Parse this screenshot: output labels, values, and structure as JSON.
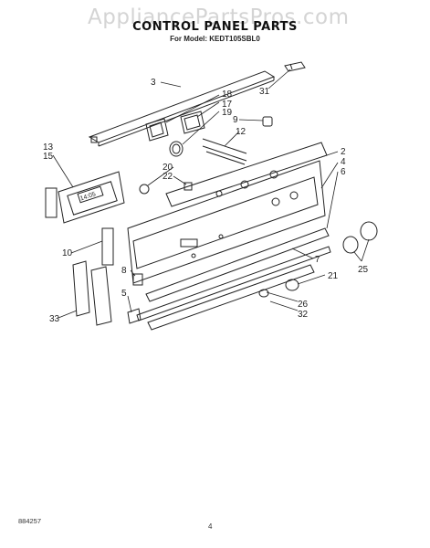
{
  "watermark": "AppliancePartsPros.com",
  "title": "CONTROL PANEL PARTS",
  "subtitle": "For Model: KEDT105SBL0",
  "footer": {
    "doc_number": "884257",
    "page_number": "4"
  },
  "callouts": [
    "3",
    "31",
    "18",
    "17",
    "19",
    "9",
    "12",
    "2",
    "4",
    "6",
    "13",
    "15",
    "20",
    "22",
    "10",
    "8",
    "7",
    "21",
    "25",
    "5",
    "26",
    "32",
    "33"
  ],
  "panel_label": "14:05"
}
